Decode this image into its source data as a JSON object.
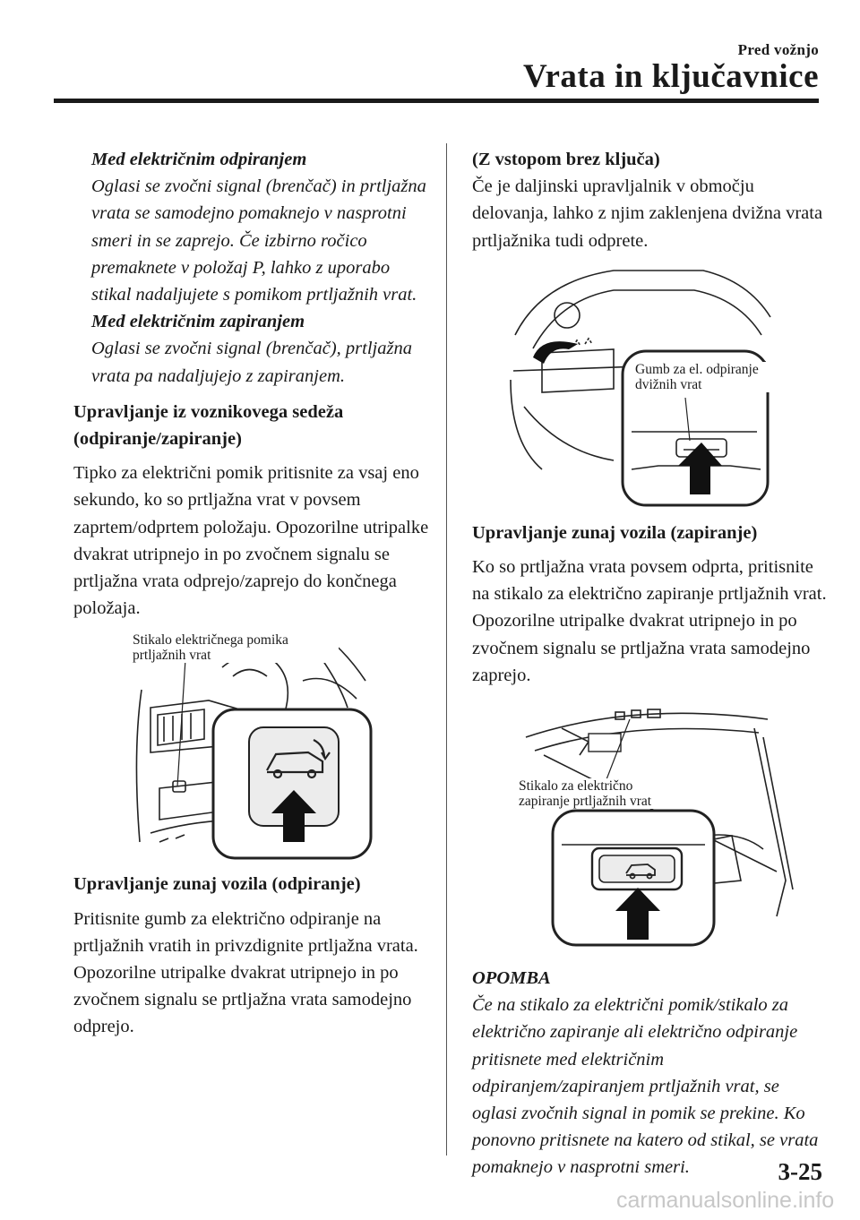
{
  "header": {
    "section": "Pred vožnjo",
    "title": "Vrata in ključavnice"
  },
  "left_column": {
    "note_opening_heading": "Med električnim odpiranjem",
    "note_opening_text": "Oglasi se zvočni signal (brenčač) in prtljažna vrata se samodejno pomaknejo v nasprotni smeri in se zaprejo. Če izbirno ročico premaknete v položaj P, lahko z uporabo stikal nadaljujete s pomikom prtljažnih vrat.",
    "note_closing_heading": "Med električnim zapiranjem",
    "note_closing_text": "Oglasi se zvočni signal (brenčač), prtljažna vrata pa nadaljujejo z zapiranjem.",
    "driver_heading": "Upravljanje iz voznikovega sedeža (odpiranje/zapiranje)",
    "driver_text": "Tipko za električni pomik pritisnite za vsaj eno sekundo, ko so prtljažna vrat v povsem zaprtem/odprtem položaju. Opozorilne utripalke dvakrat utripnejo in po zvočnem signalu se prtljažna vrata odprejo/zaprejo do končnega položaja.",
    "figure1_label": "Stikalo električnega pomika prtljažnih vrat",
    "outside_open_heading": "Upravljanje zunaj vozila (odpiranje)",
    "outside_open_text": "Pritisnite gumb za električno odpiranje na prtljažnih vratih in privzdignite prtljažna vrata. Opozorilne utripalke dvakrat utripnejo in po zvočnem signalu se prtljažna vrata samodejno odprejo."
  },
  "right_column": {
    "keyless_heading": "(Z vstopom brez ključa)",
    "keyless_text": "Če je daljinski upravljalnik v območju delovanja, lahko z njim zaklenjena dvižna vrata prtljažnika tudi odprete.",
    "figure2_label": "Gumb za el. odpiranje dvižnih vrat",
    "outside_close_heading": "Upravljanje zunaj vozila (zapiranje)",
    "outside_close_text": "Ko so prtljažna vrata povsem odprta, pritisnite na stikalo za električno zapiranje prtljažnih vrat. Opozorilne utripalke dvakrat utripnejo in po zvočnem signalu se prtljažna vrata samodejno zaprejo.",
    "figure3_label": "Stikalo za električno zapiranje prtljažnih vrat",
    "note_heading": "OPOMBA",
    "note_text": "Če na stikalo za električni pomik/stikalo za električno zapiranje ali električno odpiranje pritisnete med električnim odpiranjem/zapiranjem prtljažnih vrat, se oglasi zvočnih signal in pomik se prekine. Ko ponovno pritisnete na katero od stikal, se vrata pomaknejo v nasprotni smeri."
  },
  "footer": {
    "page_number": "3-25",
    "watermark": "carmanualsonline.info"
  }
}
